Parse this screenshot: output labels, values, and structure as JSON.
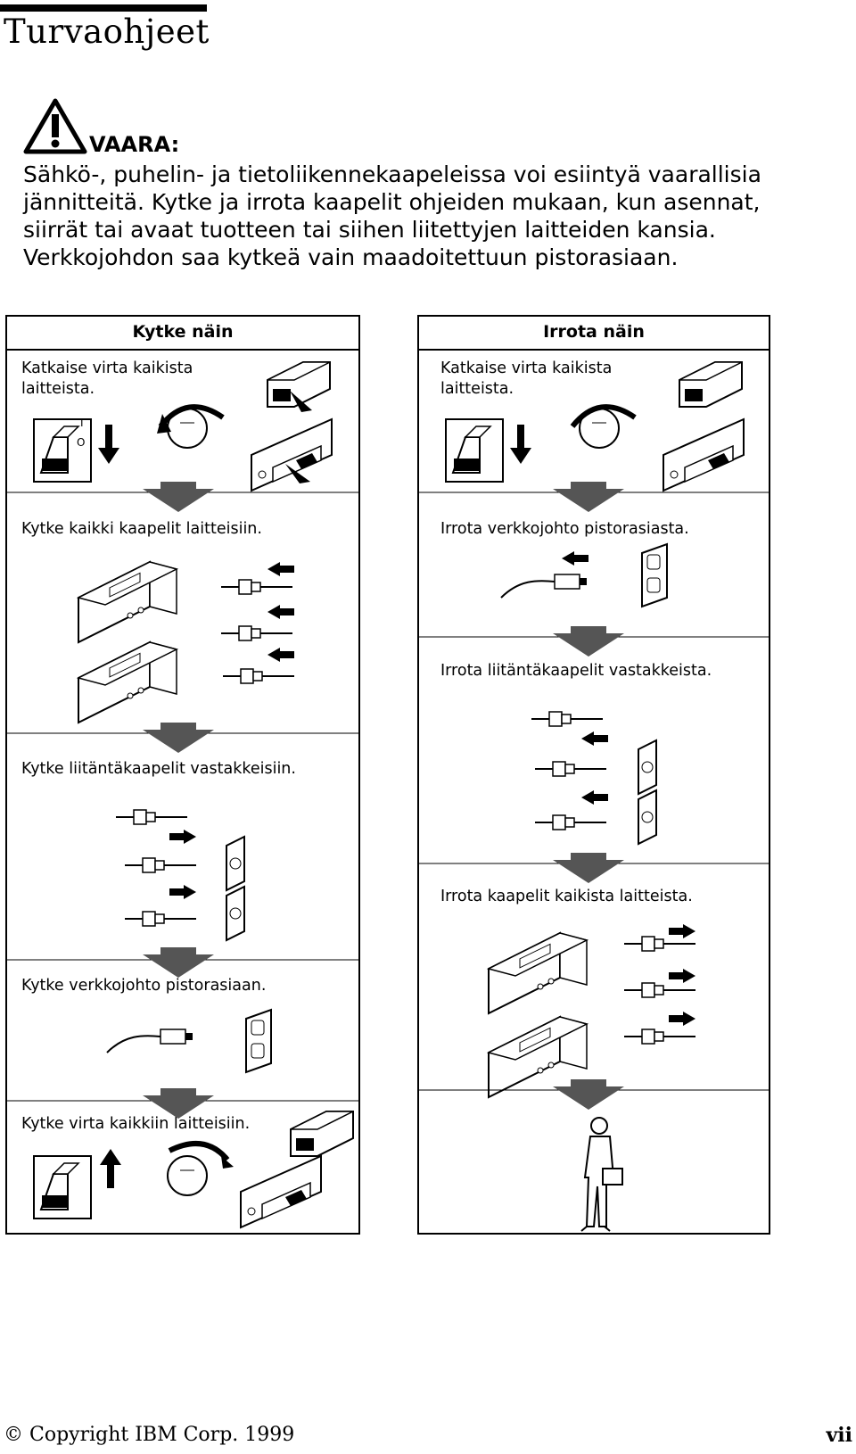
{
  "page": {
    "title": "Turvaohjeet",
    "footer_copyright": "© Copyright IBM Corp. 1999",
    "page_number": "vii"
  },
  "warning": {
    "icon": "warning-triangle-icon",
    "label": "VAARA:",
    "text": "Sähkö-, puhelin- ja tietoliikennekaapeleissa voi esiintyä vaarallisia jännitteitä. Kytke ja irrota kaapelit ohjeiden mukaan, kun asennat, siirrät tai avaat tuotteen tai siihen liitettyjen laitteiden kansia. Verkkojohdon saa kytkeä vain maadoitettuun pistorasiaan."
  },
  "connect_panel": {
    "title": "Kytke näin",
    "steps": [
      "Katkaise virta kaikista laitteista.",
      "Kytke kaikki kaapelit laitteisiin.",
      "Kytke liitäntäkaapelit vastakkeisiin.",
      "Kytke verkkojohto pistorasiaan.",
      "Kytke virta kaikkiin laitteisiin."
    ]
  },
  "disconnect_panel": {
    "title": "Irrota näin",
    "steps": [
      "Katkaise virta kaikista laitteista.",
      "Irrota verkkojohto pistorasiasta.",
      "Irrota liitäntäkaapelit vastakkeista.",
      "Irrota kaapelit kaikista laitteista."
    ]
  },
  "switch_labels": {
    "on": "I",
    "off": "O"
  }
}
